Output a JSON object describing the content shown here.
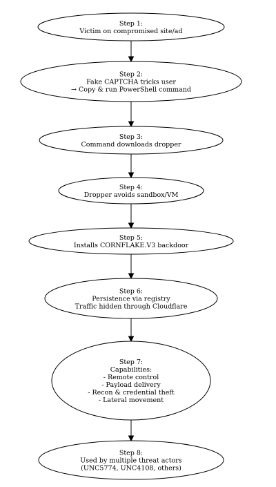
{
  "nodes": [
    {
      "id": "step1",
      "lines": [
        "Step 1:",
        "Victim on compromised site/ad"
      ]
    },
    {
      "id": "step2",
      "lines": [
        "Step 2:",
        "Fake CAPTCHA tricks user",
        "→ Copy & run PowerShell command"
      ]
    },
    {
      "id": "step3",
      "lines": [
        "Step 3:",
        "Command downloads dropper"
      ]
    },
    {
      "id": "step4",
      "lines": [
        "Step 4:",
        "Dropper avoids sandbox/VM"
      ]
    },
    {
      "id": "step5",
      "lines": [
        "Step 5:",
        "Installs CORNFLAKE.V3 backdoor"
      ]
    },
    {
      "id": "step6",
      "lines": [
        "Step 6:",
        "Persistence via registry",
        "Traffic hidden through Cloudflare"
      ]
    },
    {
      "id": "step7",
      "lines": [
        "Step 7:",
        "Capabilities:",
        "- Remote control",
        "- Payload delivery",
        "- Recon & credential theft",
        "- Lateral movement"
      ]
    },
    {
      "id": "step8",
      "lines": [
        "Step 8:",
        "Used by multiple threat actors",
        "(UNC5774, UNC4108, others)"
      ]
    }
  ],
  "edges": [
    [
      "step1",
      "step2"
    ],
    [
      "step2",
      "step3"
    ],
    [
      "step3",
      "step4"
    ],
    [
      "step4",
      "step5"
    ],
    [
      "step5",
      "step6"
    ],
    [
      "step6",
      "step7"
    ],
    [
      "step7",
      "step8"
    ]
  ]
}
